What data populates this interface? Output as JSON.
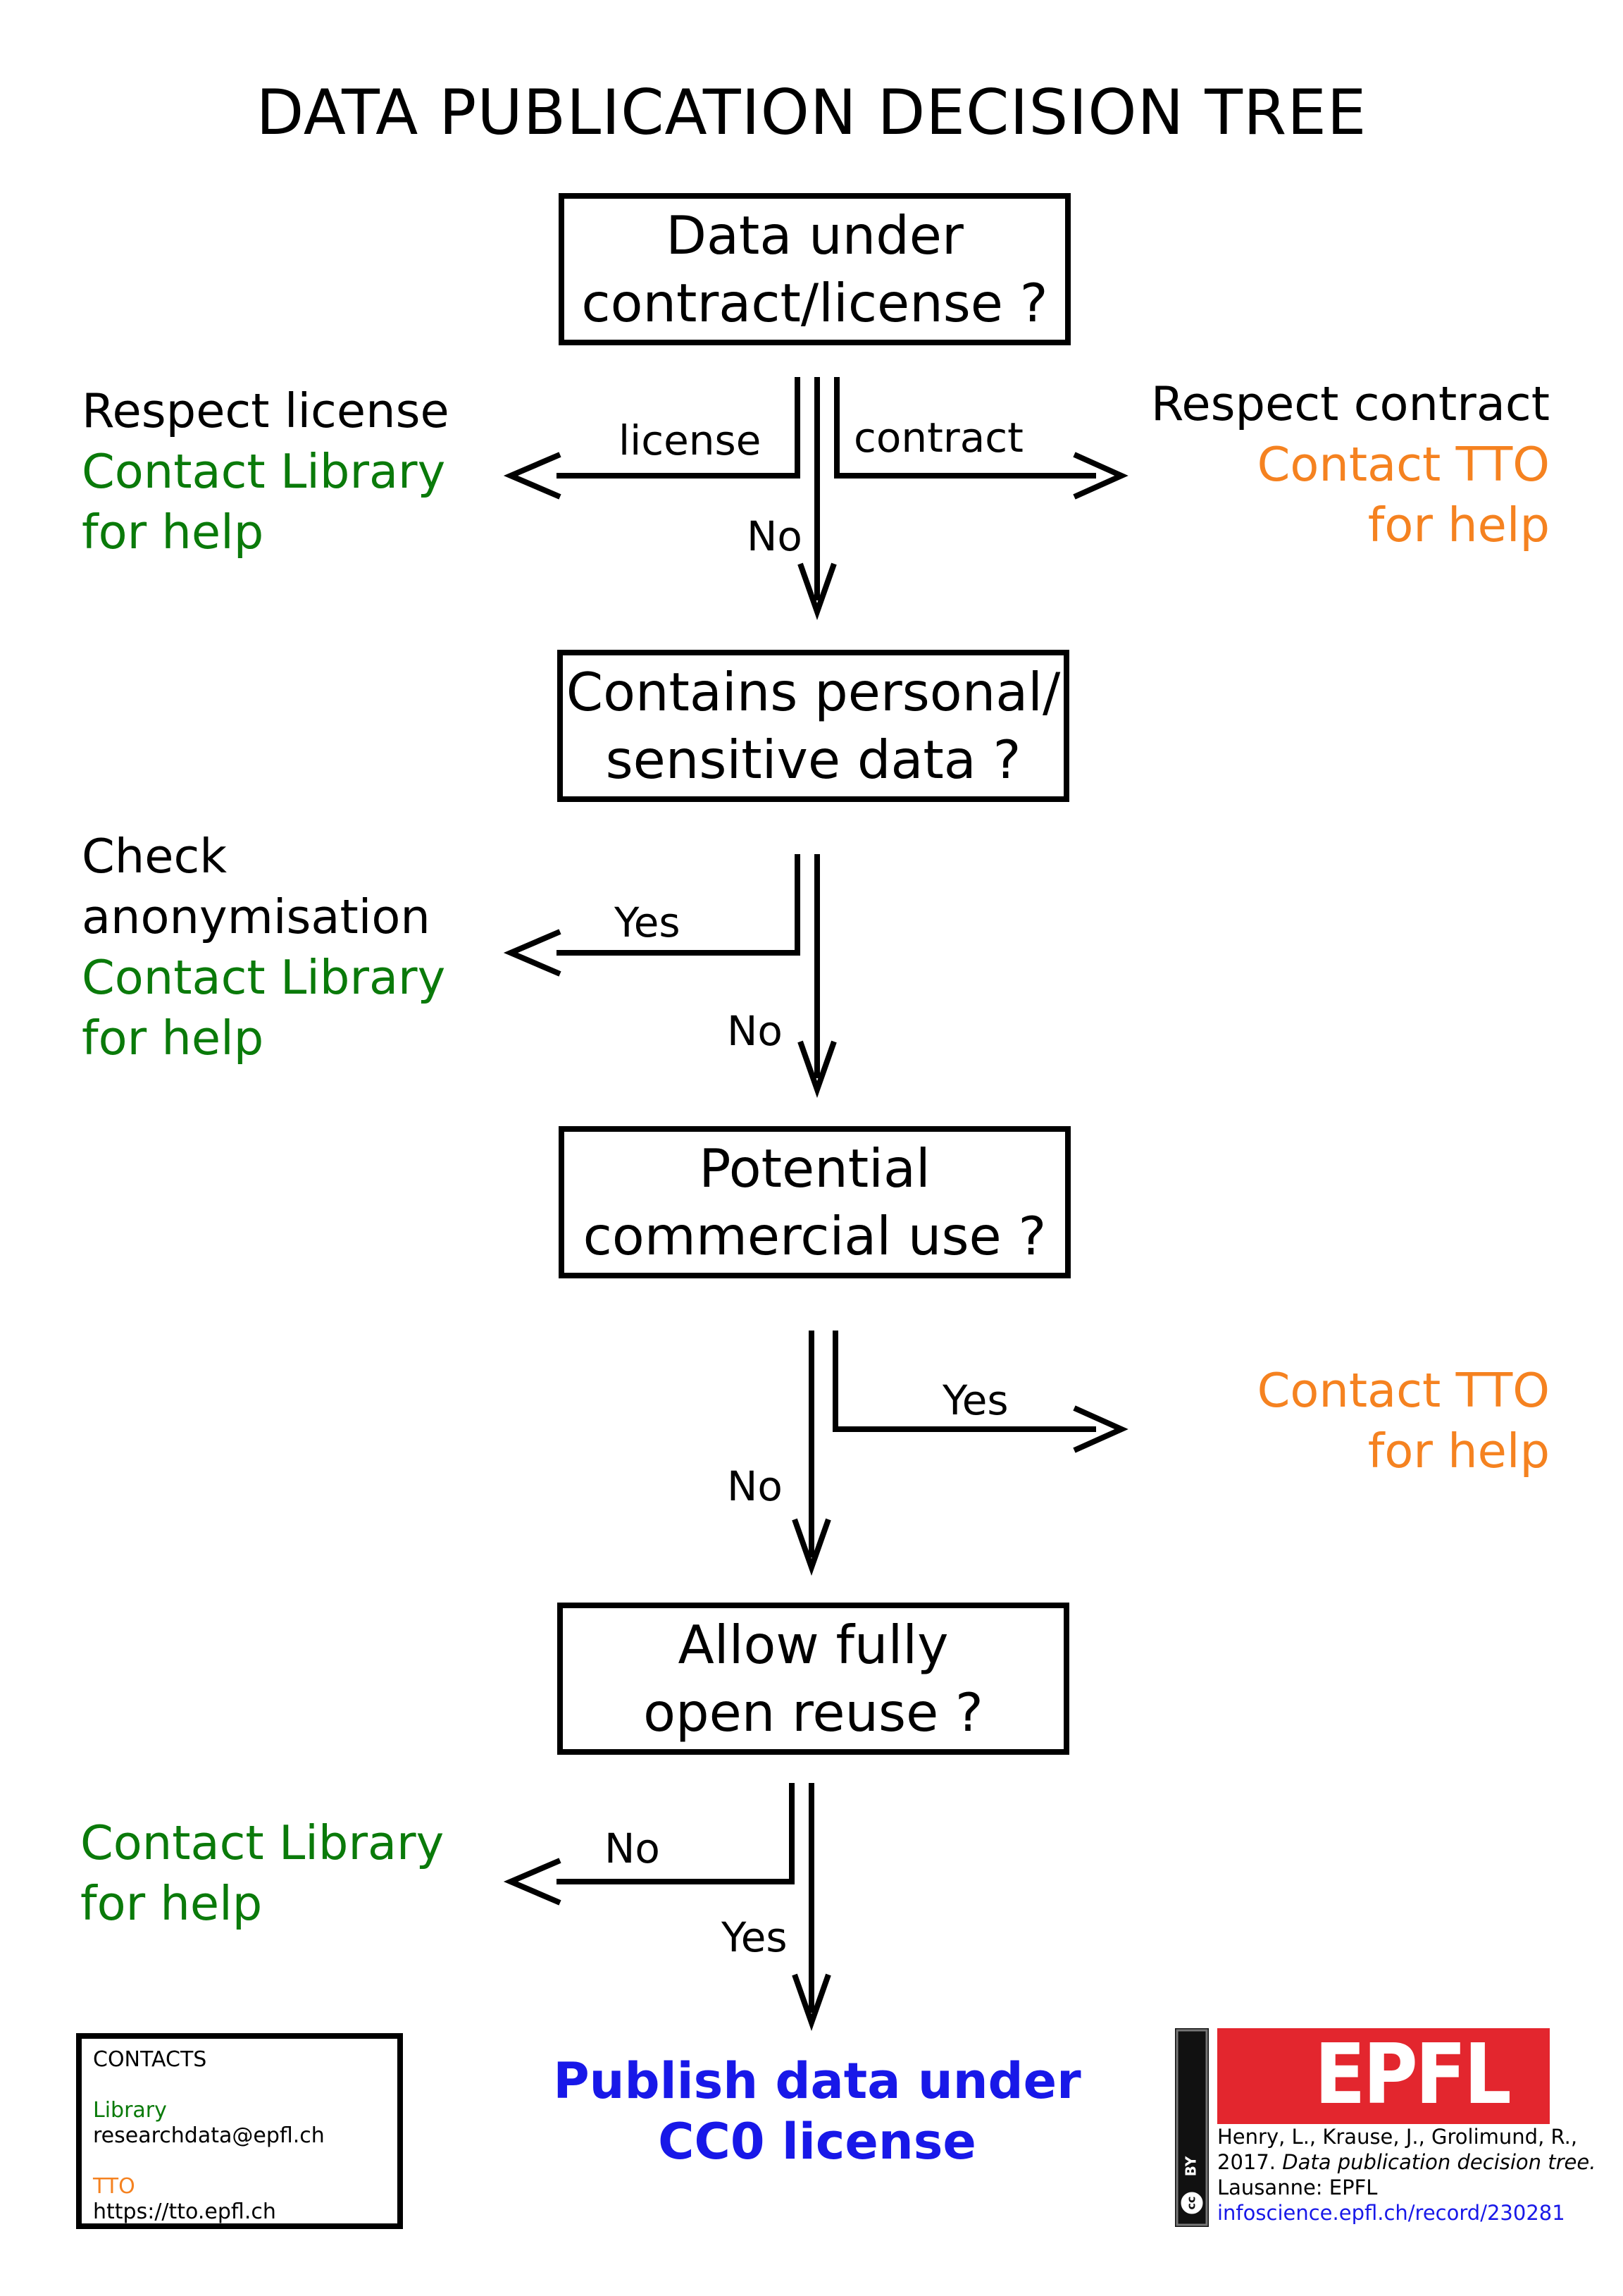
{
  "title": "DATA PUBLICATION DECISION TREE",
  "nodes": {
    "q1": {
      "line1": "Data under",
      "line2": "contract/license ?"
    },
    "q2": {
      "line1": "Contains personal/",
      "line2": "sensitive data ?"
    },
    "q3": {
      "line1": "Potential",
      "line2": "commercial use ?"
    },
    "q4": {
      "line1": "Allow fully",
      "line2": "open reuse ?"
    }
  },
  "edges": {
    "q1_license": "license",
    "q1_contract": "contract",
    "q1_no": "No",
    "q2_yes": "Yes",
    "q2_no": "No",
    "q3_yes": "Yes",
    "q3_no": "No",
    "q4_no": "No",
    "q4_yes": "Yes"
  },
  "outcomes": {
    "license": {
      "line1": "Respect license",
      "line2": "Contact Library",
      "line3": "for help"
    },
    "contract": {
      "line1": "Respect contract",
      "line2": "Contact TTO",
      "line3": "for help"
    },
    "personal": {
      "line1": "Check",
      "line2": "anonymisation",
      "line3": "Contact Library",
      "line4": "for help"
    },
    "commercial": {
      "line1": "Contact TTO",
      "line2": "for help"
    },
    "reuse": {
      "line1": "Contact Library",
      "line2": "for help"
    },
    "final": {
      "line1": "Publish data under",
      "line2": "CC0 license"
    }
  },
  "contacts": {
    "heading": "CONTACTS",
    "library_label": "Library",
    "library_email": "researchdata@epfl.ch",
    "tto_label": "TTO",
    "tto_url": "https://tto.epfl.ch"
  },
  "citation": {
    "line1": "Henry, L., Krause, J., Grolimund, R.,",
    "line2_year": "2017.",
    "line2_title": "Data publication decision tree.",
    "line3": "Lausanne: EPFL",
    "link": "infoscience.epfl.ch/record/230281"
  },
  "logo": {
    "epfl": "EPFL",
    "cc": "cc",
    "by": "BY"
  },
  "colors": {
    "library_green": "#0a7a0a",
    "tto_orange": "#f58220",
    "final_blue": "#1818e8",
    "epfl_red": "#e3262e"
  },
  "icons": [
    "left-arrow-icon",
    "right-arrow-icon",
    "down-arrow-icon",
    "cc-by-icon",
    "epfl-logo"
  ]
}
